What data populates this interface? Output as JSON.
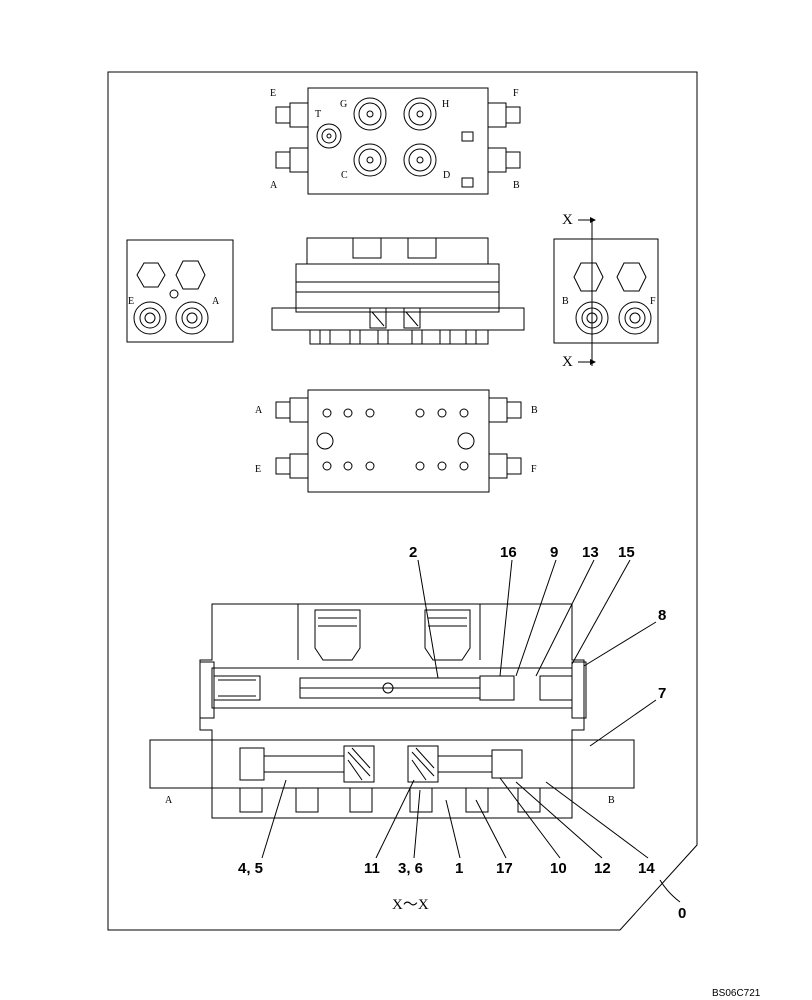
{
  "diagram": {
    "section_title": "X～X",
    "section_marker": "X",
    "figure_code": "BS06C721",
    "top_view_ports": {
      "E": "E",
      "F": "F",
      "A": "A",
      "B": "B",
      "T": "T",
      "G": "G",
      "H": "H",
      "C": "C",
      "D": "D"
    },
    "left_end_ports": {
      "E": "E",
      "A": "A"
    },
    "right_end_ports": {
      "B": "B",
      "F": "F"
    },
    "bottom_view_ports": {
      "A": "A",
      "B": "B",
      "E": "E",
      "F": "F"
    },
    "section_ports": {
      "A": "A",
      "B": "B"
    },
    "callouts": [
      "2",
      "16",
      "9",
      "13",
      "15",
      "8",
      "7",
      "4, 5",
      "11",
      "3, 6",
      "1",
      "17",
      "10",
      "12",
      "14",
      "0"
    ]
  }
}
